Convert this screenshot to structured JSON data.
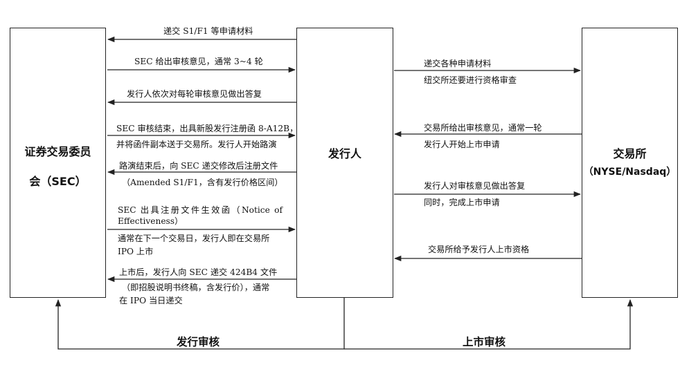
{
  "boxes": {
    "sec": {
      "line1": "证券交易委员",
      "line2": "会（SEC）"
    },
    "issuer": {
      "label": "发行人"
    },
    "exchange": {
      "line1": "交易所",
      "line2": "（NYSE/Nasdaq）"
    }
  },
  "left_flows": [
    {
      "direction": "to-sec",
      "lines": [
        "递交 S1/F1 等申请材料"
      ]
    },
    {
      "direction": "to-issuer",
      "lines": [
        "SEC 给出审核意见，通常 3~4 轮"
      ]
    },
    {
      "direction": "to-sec",
      "lines": [
        "发行人依次对每轮审核意见做出答复"
      ]
    },
    {
      "direction": "to-issuer",
      "lines": [
        "SEC 审核结束，出具新股发行注册函 8-A12B，",
        "并将函件副本送于交易所。发行人开始路演"
      ]
    },
    {
      "direction": "to-sec",
      "lines": [
        "路演结束后，向 SEC 递交修改后注册文件",
        "（Amended S1/F1，含有发行价格区间）"
      ]
    },
    {
      "direction": "to-issuer",
      "lines": [
        "SEC 出具注册文件生效函（Notice of Effectiveness）",
        "通常在下一个交易日，发行人即在交易所",
        "IPO 上市"
      ]
    },
    {
      "direction": "to-sec",
      "lines": [
        "上市后，发行人向 SEC 递交 424B4 文件",
        "（即招股说明书终稿，含发行价），通常",
        "在 IPO 当日递交"
      ]
    }
  ],
  "right_flows": [
    {
      "direction": "to-exchange",
      "lines": [
        "递交各种申请材料",
        "纽交所还要进行资格审查"
      ]
    },
    {
      "direction": "to-issuer",
      "lines": [
        "交易所给出审核意见，通常一轮",
        "发行人开始上市申请"
      ]
    },
    {
      "direction": "to-exchange",
      "lines": [
        "发行人对审核意见做出答复",
        "同时，完成上市申请"
      ]
    },
    {
      "direction": "to-issuer",
      "lines": [
        "交易所给予发行人上市资格"
      ]
    }
  ],
  "footer": {
    "left": "发行审核",
    "right": "上市审核"
  }
}
